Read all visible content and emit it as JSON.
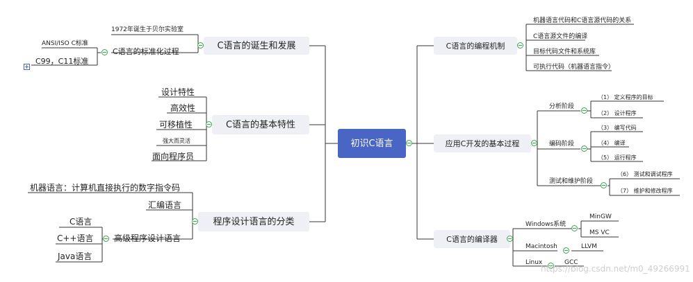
{
  "center": {
    "label": "初识C语言"
  },
  "left": [
    {
      "label": "C语言的诞生和发展",
      "children": [
        {
          "label": "1972年诞生于贝尔实验室"
        },
        {
          "label": "C语言的标准化过程",
          "children": [
            {
              "label": "ANSI/ISO C标准"
            },
            {
              "label": "C99，C11标准"
            }
          ]
        }
      ]
    },
    {
      "label": "C语言的基本特性",
      "children": [
        {
          "label": "设计特性"
        },
        {
          "label": "高效性"
        },
        {
          "label": "可移植性"
        },
        {
          "label": "强大而灵活"
        },
        {
          "label": "面向程序员"
        }
      ]
    },
    {
      "label": "程序设计语言的分类",
      "children": [
        {
          "label": "机器语言：计算机直接执行的数字指令码"
        },
        {
          "label": "汇编语言"
        },
        {
          "label": "高级程序设计语言",
          "children": [
            {
              "label": "C语言"
            },
            {
              "label": "C++语言"
            },
            {
              "label": "Java语言"
            }
          ]
        }
      ]
    }
  ],
  "right": [
    {
      "label": "C语言的编程机制",
      "children": [
        {
          "label": "机器语言代码和C语言源代码的关系"
        },
        {
          "label": "C语言源文件的编译"
        },
        {
          "label": "目标代码文件和系统库"
        },
        {
          "label": "可执行代码（机器语言指令）"
        }
      ]
    },
    {
      "label": "应用C开发的基本过程",
      "children": [
        {
          "label": "分析阶段",
          "children": [
            {
              "label": "（1） 定义程序的目标"
            },
            {
              "label": "（2） 设计程序"
            }
          ]
        },
        {
          "label": "编码阶段",
          "children": [
            {
              "label": "（3） 编写代码"
            },
            {
              "label": "（4） 编译"
            },
            {
              "label": "（5） 运行程序"
            }
          ]
        },
        {
          "label": "测试和维护阶段",
          "children": [
            {
              "label": "（6） 测试和调试程序"
            },
            {
              "label": "（7） 维护和修改程序"
            }
          ]
        }
      ]
    },
    {
      "label": "C语言的编译器",
      "children": [
        {
          "label": "Windows系统",
          "children": [
            {
              "label": "MinGW"
            },
            {
              "label": "MS VC"
            }
          ]
        },
        {
          "label": "Macintosh",
          "children": [
            {
              "label": "LLVM"
            }
          ]
        },
        {
          "label": "Linux",
          "children": [
            {
              "label": "GCC"
            }
          ]
        }
      ]
    }
  ],
  "watermark": "https://blog.csdn.net/m0_49266991",
  "colors": {
    "center_bg": "#4a66c4",
    "branch_bg": "#eef0f5",
    "line": "#333333",
    "toggle": "#3aa64a"
  }
}
